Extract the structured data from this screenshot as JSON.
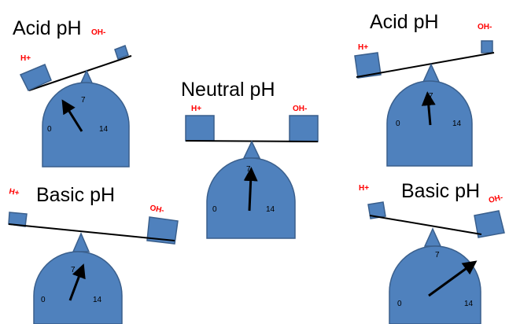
{
  "colors": {
    "body_fill": "#4f81bd",
    "body_stroke": "#3a5f8c",
    "ion_text": "#ff0000",
    "needle": "#000000",
    "beam": "#000000"
  },
  "scales": [
    {
      "title": "Acid pH",
      "title_suffix": "OH-",
      "h_label": "H+",
      "oh_label": "OH-",
      "dial_min": "0",
      "dial_mid": "7",
      "dial_max": "14",
      "needle_reading": 4.5,
      "tilt": "left-down"
    },
    {
      "title": "Neutral pH",
      "h_label": "H+",
      "oh_label": "OH-",
      "dial_min": "0",
      "dial_mid": "7",
      "dial_max": "14",
      "needle_reading": 7.2,
      "tilt": "level"
    },
    {
      "title": "Acid pH",
      "h_label": "H+",
      "oh_label": "OH-",
      "dial_min": "0",
      "dial_mid": "7",
      "dial_max": "14",
      "needle_reading": 6.6,
      "tilt": "left-down"
    },
    {
      "title": "Basic pH",
      "h_label": "H+",
      "oh_label": "OH-",
      "dial_min": "0",
      "dial_mid": "7",
      "dial_max": "14",
      "needle_reading": 8.6,
      "tilt": "right-down"
    },
    {
      "title": "Basic pH",
      "h_label": "H+",
      "oh_label": "OH-",
      "dial_min": "0",
      "dial_mid": "7",
      "dial_max": "14",
      "needle_reading": 11.2,
      "tilt": "right-down"
    }
  ]
}
